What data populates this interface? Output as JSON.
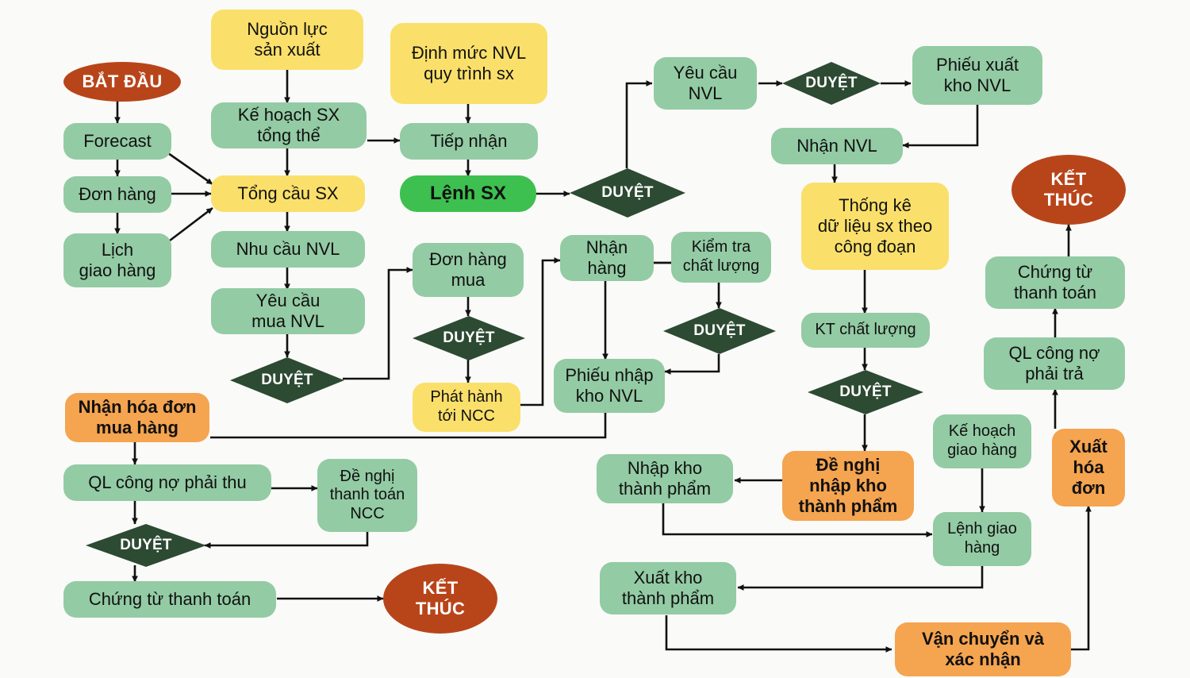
{
  "diagram": {
    "title": "Quy trinh san xuat - mua hang - ban hang",
    "background_color": "#FAFAF8",
    "palette": {
      "process_green": "#93CBA4",
      "data_yellow": "#FAE06A",
      "highlight_orange": "#F5A450",
      "bright_green": "#3DC04F",
      "terminator_brick": "#B8451A",
      "decision_dark_green": "#2D4A33",
      "line": "#111111"
    }
  },
  "nodes": {
    "start": {
      "label": "BẮT ĐẦU",
      "shape": "ellipse",
      "type": "terminator"
    },
    "forecast": {
      "label": "Forecast",
      "shape": "rounded-rect",
      "type": "process"
    },
    "don_hang": {
      "label": "Đơn hàng",
      "shape": "rounded-rect",
      "type": "process"
    },
    "lich_giao_hang": {
      "line1": "Lịch",
      "line2": "giao hàng",
      "shape": "rounded-rect",
      "type": "process"
    },
    "nguon_luc": {
      "line1": "Nguồn lực",
      "line2": "sản xuất",
      "shape": "rounded-rect",
      "type": "data"
    },
    "ke_hoach_sx": {
      "line1": "Kế hoạch SX",
      "line2": "tổng thể",
      "shape": "rounded-rect",
      "type": "process"
    },
    "tong_cau_sx": {
      "label": "Tổng cầu SX",
      "shape": "rounded-rect",
      "type": "data"
    },
    "nhu_cau_nvl": {
      "label": "Nhu cầu NVL",
      "shape": "rounded-rect",
      "type": "process"
    },
    "yeu_cau_mua_nvl": {
      "line1": "Yêu cầu",
      "line2": "mua NVL",
      "shape": "rounded-rect",
      "type": "process"
    },
    "duyet_mua_nvl": {
      "label": "DUYỆT",
      "shape": "diamond",
      "type": "decision"
    },
    "dinh_muc_nvl": {
      "line1": "Định mức NVL",
      "line2": "quy trình sx",
      "shape": "rounded-rect",
      "type": "data"
    },
    "tiep_nhan": {
      "label": "Tiếp nhận",
      "shape": "rounded-rect",
      "type": "process"
    },
    "lenh_sx": {
      "label": "Lệnh SX",
      "shape": "rounded-rect",
      "type": "highlight-green"
    },
    "duyet_lenh_sx": {
      "label": "DUYỆT",
      "shape": "diamond",
      "type": "decision"
    },
    "yeu_cau_nvl": {
      "line1": "Yêu cầu",
      "line2": "NVL",
      "shape": "rounded-rect",
      "type": "process"
    },
    "duyet_xuat_nvl": {
      "label": "DUYỆT",
      "shape": "diamond",
      "type": "decision"
    },
    "phieu_xuat_kho_nvl": {
      "line1": "Phiếu xuất",
      "line2": "kho NVL",
      "shape": "rounded-rect",
      "type": "process"
    },
    "nhan_nvl": {
      "label": "Nhận NVL",
      "shape": "rounded-rect",
      "type": "process"
    },
    "thong_ke": {
      "line1": "Thống kê",
      "line2": "dữ liệu sx theo",
      "line3": "công đoạn",
      "shape": "rounded-rect",
      "type": "data"
    },
    "kt_chat_luong": {
      "label": "KT chất lượng",
      "shape": "rounded-rect",
      "type": "process"
    },
    "duyet_kt_chat_luong": {
      "label": "DUYỆT",
      "shape": "diamond",
      "type": "decision"
    },
    "de_nghi_nhap_kho_tp": {
      "line1": "Đề nghị",
      "line2": "nhập kho",
      "line3": "thành phẩm",
      "shape": "rounded-rect",
      "type": "highlight-orange"
    },
    "don_hang_mua": {
      "line1": "Đơn hàng",
      "line2": "mua",
      "shape": "rounded-rect",
      "type": "process"
    },
    "duyet_don_hang_mua": {
      "label": "DUYỆT",
      "shape": "diamond",
      "type": "decision"
    },
    "phat_hanh_toi_ncc": {
      "line1": "Phát hành",
      "line2": "tới NCC",
      "shape": "rounded-rect",
      "type": "data"
    },
    "nhan_hang": {
      "line1": "Nhận",
      "line2": "hàng",
      "shape": "rounded-rect",
      "type": "process"
    },
    "kiem_tra_chat_luong": {
      "line1": "Kiểm tra",
      "line2": "chất lượng",
      "shape": "rounded-rect",
      "type": "process"
    },
    "duyet_kiem_tra": {
      "label": "DUYỆT",
      "shape": "diamond",
      "type": "decision"
    },
    "phieu_nhap_kho_nvl": {
      "line1": "Phiếu nhập",
      "line2": "kho NVL",
      "shape": "rounded-rect",
      "type": "process"
    },
    "nhan_hoa_don": {
      "line1": "Nhận hóa đơn",
      "line2": "mua hàng",
      "shape": "rounded-rect",
      "type": "highlight-orange"
    },
    "ql_cong_no_phai_thu": {
      "label": "QL công nợ phải thu",
      "shape": "rounded-rect",
      "type": "process"
    },
    "de_nghi_thanh_toan_ncc": {
      "line1": "Đề nghị",
      "line2": "thanh toán",
      "line3": "NCC",
      "shape": "rounded-rect",
      "type": "process"
    },
    "duyet_thanh_toan": {
      "label": "DUYỆT",
      "shape": "diamond",
      "type": "decision"
    },
    "chung_tu_thanh_toan_left": {
      "label": "Chứng từ thanh toán",
      "shape": "rounded-rect",
      "type": "process"
    },
    "ket_thuc_left": {
      "line1": "KẾT",
      "line2": "THÚC",
      "shape": "ellipse",
      "type": "terminator"
    },
    "nhap_kho_thanh_pham": {
      "line1": "Nhập kho",
      "line2": "thành phẩm",
      "shape": "rounded-rect",
      "type": "process"
    },
    "xuat_kho_thanh_pham": {
      "line1": "Xuất kho",
      "line2": "thành phẩm",
      "shape": "rounded-rect",
      "type": "process"
    },
    "ke_hoach_giao_hang": {
      "line1": "Kế hoạch",
      "line2": "giao hàng",
      "shape": "rounded-rect",
      "type": "process"
    },
    "lenh_giao_hang": {
      "line1": "Lệnh giao",
      "line2": "hàng",
      "shape": "rounded-rect",
      "type": "process"
    },
    "van_chuyen_xac_nhan": {
      "line1": "Vận chuyển và",
      "line2": "xác nhận",
      "shape": "rounded-rect",
      "type": "highlight-orange"
    },
    "xuat_hoa_don": {
      "line1": "Xuất",
      "line2": "hóa",
      "line3": "đơn",
      "shape": "rounded-rect",
      "type": "highlight-orange"
    },
    "ql_cong_no_phai_tra": {
      "line1": "QL công nợ",
      "line2": "phải trả",
      "shape": "rounded-rect",
      "type": "process"
    },
    "chung_tu_thanh_toan_right": {
      "line1": "Chứng từ",
      "line2": "thanh toán",
      "shape": "rounded-rect",
      "type": "process"
    },
    "ket_thuc_right": {
      "line1": "KẾT",
      "line2": "THÚC",
      "shape": "ellipse",
      "type": "terminator"
    }
  }
}
